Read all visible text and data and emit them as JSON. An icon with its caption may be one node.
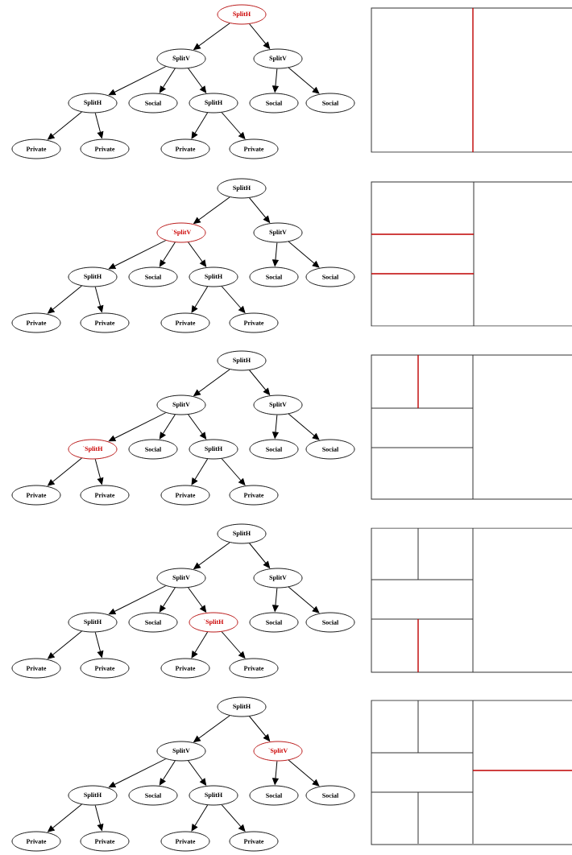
{
  "diagram": {
    "nodes": [
      {
        "text": [
          "SplitH"
        ]
      },
      {
        "text": [
          "SplitV"
        ]
      },
      {
        "text": [
          "SplitV"
        ]
      },
      {
        "text": [
          "SplitH"
        ]
      },
      {
        "text": [
          "Social"
        ]
      },
      {
        "text": [
          "SplitH"
        ]
      },
      {
        "text": [
          "Social"
        ]
      },
      {
        "text": [
          "Social"
        ]
      },
      {
        "text": [
          "Private"
        ]
      },
      {
        "text": [
          "Private"
        ]
      },
      {
        "text": [
          "Private"
        ]
      },
      {
        "text": [
          "Private"
        ]
      },
      {
        "text": [
          "SplitH"
        ]
      },
      {
        "text": [
          "`SplitV"
        ]
      },
      {
        "text": [
          "SplitV"
        ]
      },
      {
        "text": [
          "SplitH"
        ]
      },
      {
        "text": [
          "Social"
        ]
      },
      {
        "text": [
          "SplitH"
        ]
      },
      {
        "text": [
          "Social"
        ]
      },
      {
        "text": [
          "Social"
        ]
      },
      {
        "text": [
          "Private"
        ]
      },
      {
        "text": [
          "Private"
        ]
      },
      {
        "text": [
          "Private"
        ]
      },
      {
        "text": [
          "Private"
        ]
      },
      {
        "text": [
          "SplitH"
        ]
      },
      {
        "text": [
          "SplitV"
        ]
      },
      {
        "text": [
          "SplitV"
        ]
      },
      {
        "text": [
          "`SplitH"
        ]
      },
      {
        "text": [
          "Social"
        ]
      },
      {
        "text": [
          "SplitH"
        ]
      },
      {
        "text": [
          "Social"
        ]
      },
      {
        "text": [
          "Social"
        ]
      },
      {
        "text": [
          "Private"
        ]
      },
      {
        "text": [
          "Private"
        ]
      },
      {
        "text": [
          "Private"
        ]
      },
      {
        "text": [
          "Private"
        ]
      },
      {
        "text": [
          "SplitH"
        ]
      },
      {
        "text": [
          "SplitV"
        ]
      },
      {
        "text": [
          "SplitV"
        ]
      },
      {
        "text": [
          "SplitH"
        ]
      },
      {
        "text": [
          "Social"
        ]
      },
      {
        "text": [
          "`SplitH"
        ]
      },
      {
        "text": [
          "Social"
        ]
      },
      {
        "text": [
          "Social"
        ]
      },
      {
        "text": [
          "Private"
        ]
      },
      {
        "text": [
          "Private"
        ]
      },
      {
        "text": [
          "Private"
        ]
      },
      {
        "text": [
          "Private"
        ]
      },
      {
        "text": [
          "SplitH"
        ]
      },
      {
        "text": [
          "SplitV"
        ]
      },
      {
        "text": [
          "`SplitV"
        ]
      },
      {
        "text": [
          "SplitH"
        ]
      },
      {
        "text": [
          "Social"
        ]
      },
      {
        "text": [
          "SplitH"
        ]
      },
      {
        "text": [
          "Social"
        ]
      },
      {
        "text": [
          "Social"
        ]
      },
      {
        "text": [
          "Private"
        ]
      },
      {
        "text": [
          "Private"
        ]
      },
      {
        "text": [
          "Private"
        ]
      },
      {
        "text": [
          "Private"
        ]
      }
    ],
    "edges": [
      {
        "from": 0,
        "to": 1,
        "arrow": "to"
      },
      {
        "from": 0,
        "to": 2,
        "arrow": "to"
      },
      {
        "from": 1,
        "to": 3,
        "arrow": "to"
      },
      {
        "from": 1,
        "to": 4,
        "arrow": "to"
      },
      {
        "from": 1,
        "to": 5,
        "arrow": "to"
      },
      {
        "from": 2,
        "to": 6,
        "arrow": "to"
      },
      {
        "from": 2,
        "to": 7,
        "arrow": "to"
      },
      {
        "from": 3,
        "to": 8,
        "arrow": "to"
      },
      {
        "from": 3,
        "to": 9,
        "arrow": "to"
      },
      {
        "from": 5,
        "to": 10,
        "arrow": "to"
      },
      {
        "from": 5,
        "to": 11,
        "arrow": "to"
      },
      {
        "from": 12,
        "to": 13,
        "arrow": "to"
      },
      {
        "from": 12,
        "to": 14,
        "arrow": "to"
      },
      {
        "from": 13,
        "to": 15,
        "arrow": "to"
      },
      {
        "from": 13,
        "to": 16,
        "arrow": "to"
      },
      {
        "from": 13,
        "to": 17,
        "arrow": "to"
      },
      {
        "from": 14,
        "to": 18,
        "arrow": "to"
      },
      {
        "from": 14,
        "to": 19,
        "arrow": "to"
      },
      {
        "from": 15,
        "to": 20,
        "arrow": "to"
      },
      {
        "from": 15,
        "to": 21,
        "arrow": "to"
      },
      {
        "from": 17,
        "to": 22,
        "arrow": "to"
      },
      {
        "from": 17,
        "to": 23,
        "arrow": "to"
      },
      {
        "from": 24,
        "to": 25,
        "arrow": "to"
      },
      {
        "from": 24,
        "to": 26,
        "arrow": "to"
      },
      {
        "from": 25,
        "to": 27,
        "arrow": "to"
      },
      {
        "from": 25,
        "to": 28,
        "arrow": "to"
      },
      {
        "from": 25,
        "to": 29,
        "arrow": "to"
      },
      {
        "from": 26,
        "to": 30,
        "arrow": "to"
      },
      {
        "from": 26,
        "to": 31,
        "arrow": "to"
      },
      {
        "from": 27,
        "to": 32,
        "arrow": "to"
      },
      {
        "from": 27,
        "to": 33,
        "arrow": "to"
      },
      {
        "from": 29,
        "to": 34,
        "arrow": "to"
      },
      {
        "from": 29,
        "to": 35,
        "arrow": "to"
      },
      {
        "from": 36,
        "to": 37,
        "arrow": "to"
      },
      {
        "from": 36,
        "to": 38,
        "arrow": "to"
      },
      {
        "from": 37,
        "to": 39,
        "arrow": "to"
      },
      {
        "from": 37,
        "to": 40,
        "arrow": "to"
      },
      {
        "from": 37,
        "to": 41,
        "arrow": "to"
      },
      {
        "from": 38,
        "to": 42,
        "arrow": "to"
      },
      {
        "from": 38,
        "to": 43,
        "arrow": "to"
      },
      {
        "from": 39,
        "to": 44,
        "arrow": "to"
      },
      {
        "from": 39,
        "to": 45,
        "arrow": "to"
      },
      {
        "from": 41,
        "to": 46,
        "arrow": "to"
      },
      {
        "from": 41,
        "to": 47,
        "arrow": "to"
      },
      {
        "from": 48,
        "to": 49,
        "arrow": "to"
      },
      {
        "from": 48,
        "to": 50,
        "arrow": "to"
      },
      {
        "from": 49,
        "to": 51,
        "arrow": "to"
      },
      {
        "from": 49,
        "to": 52,
        "arrow": "to"
      },
      {
        "from": 49,
        "to": 53,
        "arrow": "to"
      },
      {
        "from": 50,
        "to": 54,
        "arrow": "to"
      },
      {
        "from": 50,
        "to": 55,
        "arrow": "to"
      },
      {
        "from": 51,
        "to": 56,
        "arrow": "to"
      },
      {
        "from": 51,
        "to": 57,
        "arrow": "to"
      },
      {
        "from": 53,
        "to": 58,
        "arrow": "to"
      },
      {
        "from": 53,
        "to": 59,
        "arrow": "to"
      }
    ]
  }
}
